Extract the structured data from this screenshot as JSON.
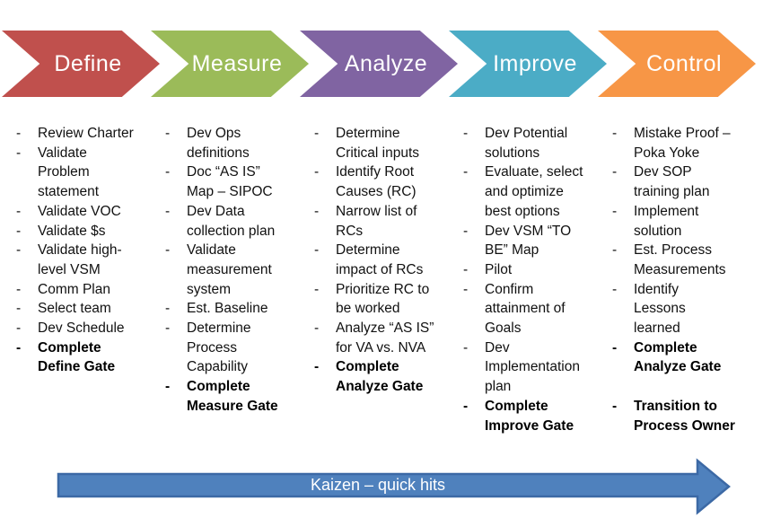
{
  "phases": [
    {
      "label": "Define",
      "color": "#C0504D",
      "items": [
        {
          "text": "Review Charter"
        },
        {
          "text": "Validate\nProblem\nstatement"
        },
        {
          "text": "Validate VOC"
        },
        {
          "text": "Validate $s"
        },
        {
          "text": "Validate high-\nlevel VSM"
        },
        {
          "text": "Comm Plan"
        },
        {
          "text": "Select team"
        },
        {
          "text": "Dev Schedule"
        },
        {
          "text": "Complete\nDefine Gate",
          "bold": true
        }
      ]
    },
    {
      "label": "Measure",
      "color": "#9BBB59",
      "items": [
        {
          "text": "Dev Ops\ndefinitions"
        },
        {
          "text": "Doc “AS IS”\nMap – SIPOC"
        },
        {
          "text": "Dev Data\ncollection plan"
        },
        {
          "text": "Validate\nmeasurement\nsystem"
        },
        {
          "text": "Est. Baseline"
        },
        {
          "text": "Determine\nProcess\nCapability"
        },
        {
          "text": "Complete\nMeasure Gate",
          "bold": true
        }
      ]
    },
    {
      "label": "Analyze",
      "color": "#8064A2",
      "items": [
        {
          "text": "Determine\nCritical inputs"
        },
        {
          "text": "Identify Root\nCauses (RC)"
        },
        {
          "text": "Narrow list of\nRCs"
        },
        {
          "text": "Determine\nimpact of RCs"
        },
        {
          "text": "Prioritize RC to\nbe worked"
        },
        {
          "text": "Analyze “AS IS”\nfor VA vs. NVA"
        },
        {
          "text": "Complete\nAnalyze Gate",
          "bold": true
        }
      ]
    },
    {
      "label": "Improve",
      "color": "#4BACC6",
      "items": [
        {
          "text": "Dev Potential\nsolutions"
        },
        {
          "text": "Evaluate, select\nand optimize\nbest options"
        },
        {
          "text": "Dev VSM “TO\nBE” Map"
        },
        {
          "text": "Pilot"
        },
        {
          "text": "Confirm\nattainment of\nGoals"
        },
        {
          "text": "Dev\nImplementation\nplan"
        },
        {
          "text": "Complete\nImprove Gate",
          "bold": true
        }
      ]
    },
    {
      "label": "Control",
      "color": "#F79646",
      "items": [
        {
          "text": "Mistake Proof –\nPoka Yoke"
        },
        {
          "text": "Dev SOP\ntraining plan"
        },
        {
          "text": "Implement\nsolution"
        },
        {
          "text": "Est. Process\nMeasurements"
        },
        {
          "text": "Identify\nLessons\nlearned"
        },
        {
          "text": "Complete\nAnalyze Gate",
          "bold": true
        },
        {
          "spacer": true
        },
        {
          "text": "Transition to\nProcess Owner",
          "bold": true
        }
      ]
    }
  ],
  "kaizen": {
    "label": "Kaizen – quick hits",
    "fill": "#4F81BD",
    "border": "#3C69A5"
  }
}
